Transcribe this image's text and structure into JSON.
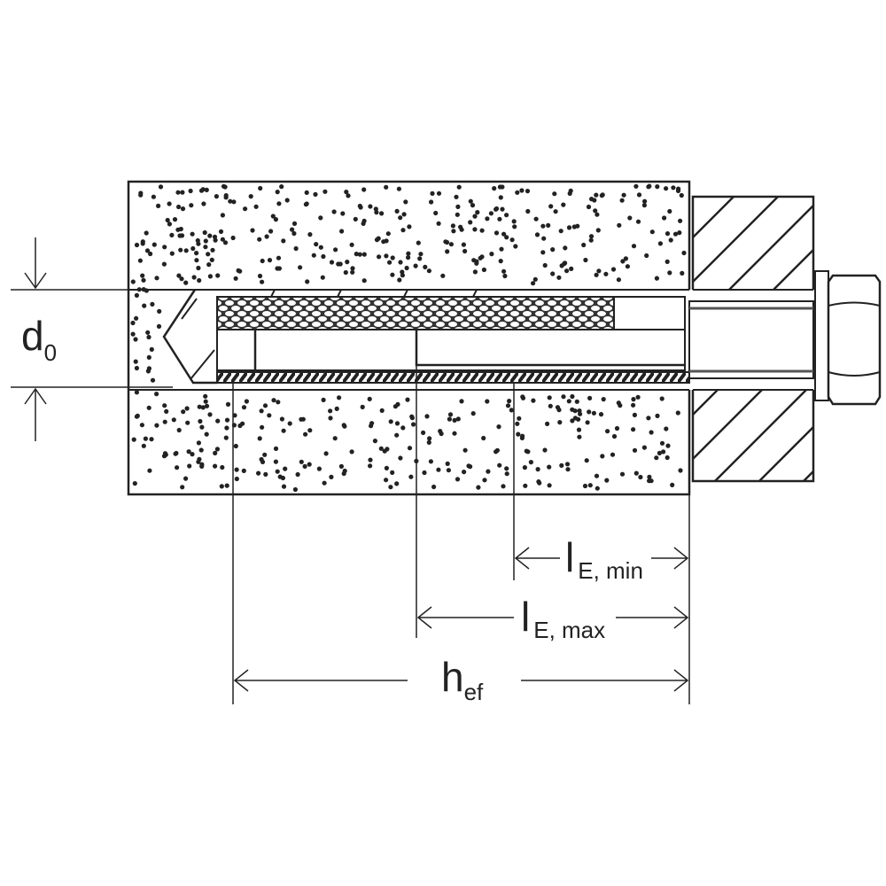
{
  "labels": {
    "d0": {
      "main": "d",
      "sub": "0"
    },
    "le_min": {
      "main": "l",
      "sub": "E, min"
    },
    "le_max": {
      "main": "l",
      "sub": "E, max"
    },
    "hef": {
      "main": "h",
      "sub": "ef"
    }
  },
  "colors": {
    "line": "#222222",
    "background": "#ffffff"
  }
}
